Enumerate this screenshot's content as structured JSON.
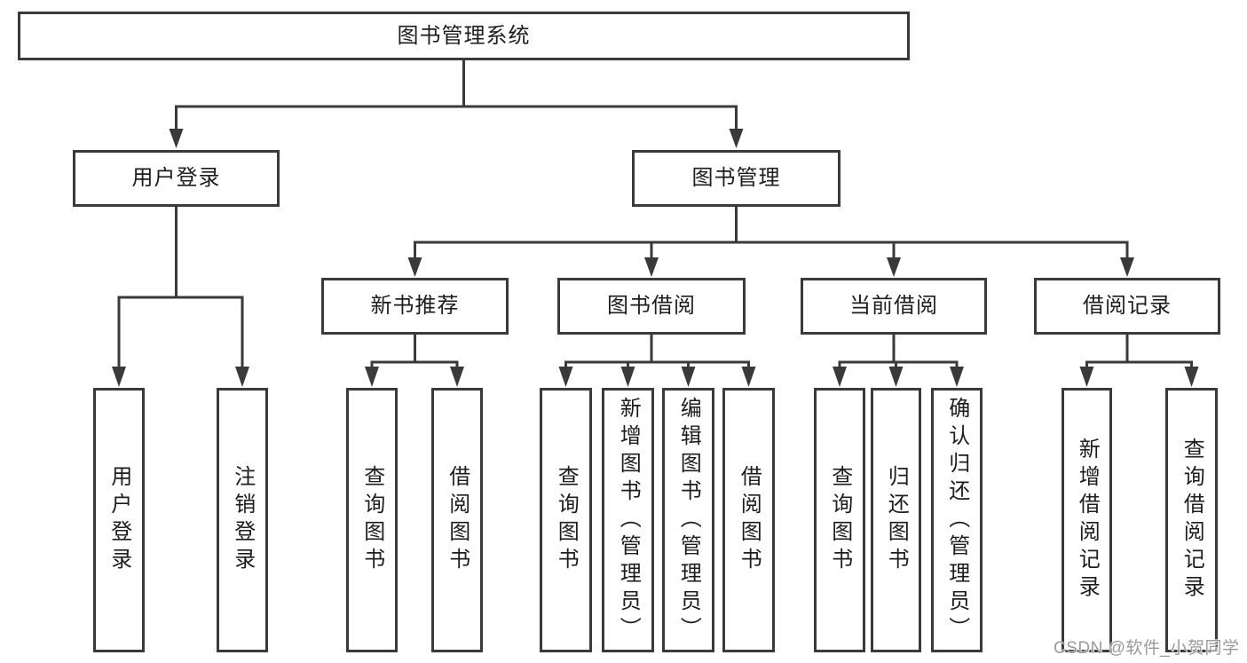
{
  "tree": {
    "root": {
      "label": "图书管理系统",
      "children": [
        {
          "label": "用户登录",
          "children": [
            {
              "label": "用户登录"
            },
            {
              "label": "注销登录"
            }
          ]
        },
        {
          "label": "图书管理",
          "children": [
            {
              "label": "新书推荐",
              "children": [
                {
                  "label": "查询图书"
                },
                {
                  "label": "借阅图书"
                }
              ]
            },
            {
              "label": "图书借阅",
              "children": [
                {
                  "label": "查询图书"
                },
                {
                  "label": "新增图书（管理员）"
                },
                {
                  "label": "编辑图书（管理员）"
                },
                {
                  "label": "借阅图书"
                }
              ]
            },
            {
              "label": "当前借阅",
              "children": [
                {
                  "label": "查询图书"
                },
                {
                  "label": "归还图书"
                },
                {
                  "label": "确认归还（管理员）"
                }
              ]
            },
            {
              "label": "借阅记录",
              "children": [
                {
                  "label": "新增借阅记录"
                },
                {
                  "label": "查询借阅记录"
                }
              ]
            }
          ]
        }
      ]
    }
  },
  "watermark": "CSDN @软件_小贺同学",
  "colors": {
    "line": "#3a3a3a",
    "text": "#1d1d1f",
    "watermark": "#9a9a9a",
    "background": "#ffffff"
  }
}
